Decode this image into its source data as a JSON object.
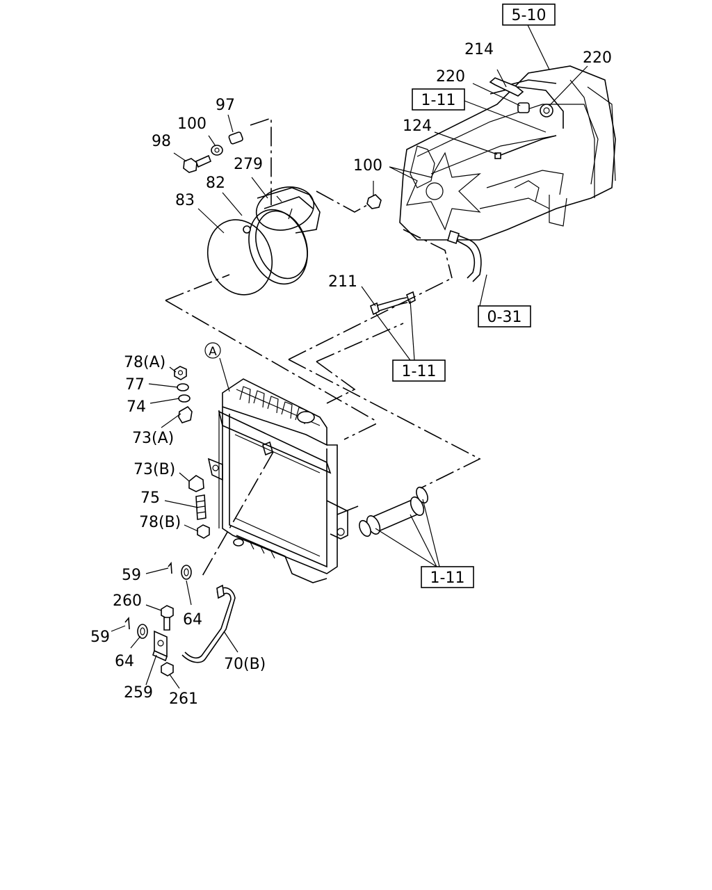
{
  "refs": {
    "r_5_10": "5-10",
    "r_1_11_top": "1-11",
    "r_0_31": "0-31",
    "r_1_11_mid": "1-11",
    "r_1_11_bottom": "1-11"
  },
  "labels": {
    "p214": "214",
    "p220a": "220",
    "p220b": "220",
    "p124": "124",
    "p97": "97",
    "p100a": "100",
    "p98": "98",
    "p279": "279",
    "p82": "82",
    "p83": "83",
    "p100b": "100",
    "p211": "211",
    "pA": "A",
    "p78a": "78(A)",
    "p77": "77",
    "p74": "74",
    "p73a": "73(A)",
    "p73b": "73(B)",
    "p75": "75",
    "p78b": "78(B)",
    "p59a": "59",
    "p64a": "64",
    "p260": "260",
    "p59b": "59",
    "p64b": "64",
    "p70b": "70(B)",
    "p259": "259",
    "p261": "261"
  }
}
